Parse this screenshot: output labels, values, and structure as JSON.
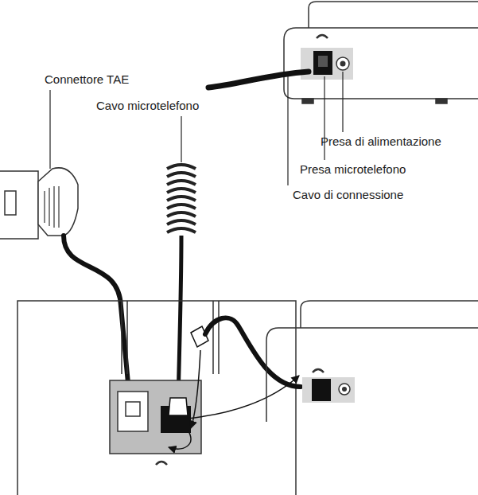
{
  "diagram": {
    "labels": [
      "Connettore TAE",
      "Cavo microtelefono",
      "Presa di alimentazione",
      "Presa microtelefono",
      "Cavo di connessione"
    ]
  }
}
